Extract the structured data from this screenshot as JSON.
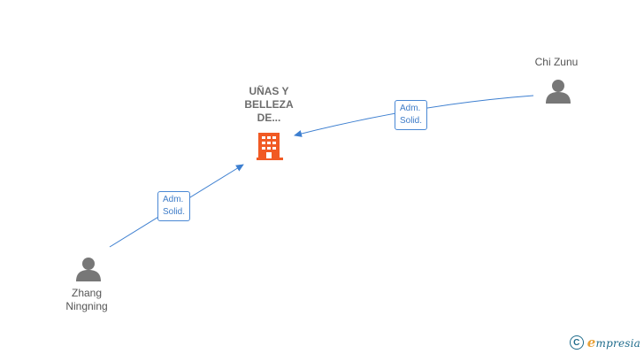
{
  "company": {
    "name_lines": [
      "UÑAS Y",
      "BELLEZA",
      "DE..."
    ],
    "icon": "building-icon",
    "color": "#f15a24"
  },
  "persons": [
    {
      "id": "chi-zunu",
      "name_lines": [
        "Chi Zunu"
      ],
      "icon": "person-icon"
    },
    {
      "id": "zhang-ningning",
      "name_lines": [
        "Zhang",
        "Ningning"
      ],
      "icon": "person-icon"
    }
  ],
  "relations": [
    {
      "from": "chi-zunu",
      "to": "company",
      "label_lines": [
        "Adm.",
        "Solid."
      ]
    },
    {
      "from": "zhang-ningning",
      "to": "company",
      "label_lines": [
        "Adm.",
        "Solid."
      ]
    }
  ],
  "colors": {
    "edge": "#3d7fd0",
    "person_icon": "#777777"
  },
  "brand": {
    "copyright_symbol": "C",
    "initial": "e",
    "rest": "mpresia"
  }
}
